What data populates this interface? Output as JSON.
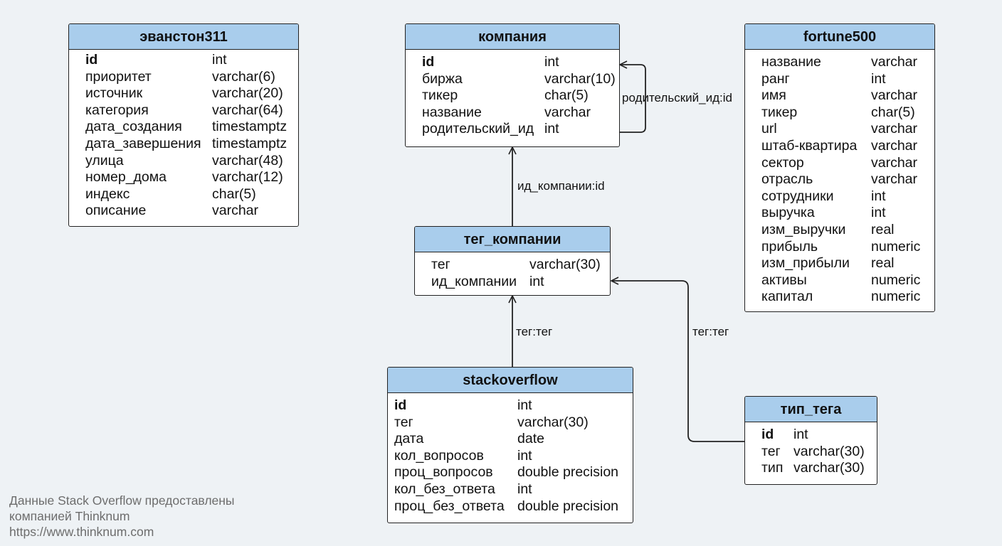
{
  "tables": [
    {
      "id": "evanston311",
      "title": "эванстон311",
      "fields": [
        {
          "name": "id",
          "type": "int",
          "pk": true
        },
        {
          "name": "приоритет",
          "type": "varchar(6)"
        },
        {
          "name": "источник",
          "type": "varchar(20)"
        },
        {
          "name": "категория",
          "type": "varchar(64)"
        },
        {
          "name": "дата_создания",
          "type": "timestamptz"
        },
        {
          "name": "дата_завершения",
          "type": "timestamptz"
        },
        {
          "name": "улица",
          "type": "varchar(48)"
        },
        {
          "name": "номер_дома",
          "type": "varchar(12)"
        },
        {
          "name": "индекс",
          "type": "char(5)"
        },
        {
          "name": "описание",
          "type": "varchar"
        }
      ]
    },
    {
      "id": "company",
      "title": "компания",
      "fields": [
        {
          "name": "id",
          "type": "int",
          "pk": true
        },
        {
          "name": "биржа",
          "type": "varchar(10)"
        },
        {
          "name": "тикер",
          "type": "char(5)"
        },
        {
          "name": "название",
          "type": "varchar"
        },
        {
          "name": "родительский_ид",
          "type": "int"
        }
      ]
    },
    {
      "id": "fortune500",
      "title": "fortune500",
      "fields": [
        {
          "name": "название",
          "type": "varchar"
        },
        {
          "name": "ранг",
          "type": "int"
        },
        {
          "name": "имя",
          "type": "varchar"
        },
        {
          "name": "тикер",
          "type": "char(5)"
        },
        {
          "name": "url",
          "type": "varchar"
        },
        {
          "name": "штаб-квартира",
          "type": "varchar"
        },
        {
          "name": "сектор",
          "type": "varchar"
        },
        {
          "name": "отрасль",
          "type": "varchar"
        },
        {
          "name": "сотрудники",
          "type": "int"
        },
        {
          "name": "выручка",
          "type": "int"
        },
        {
          "name": "изм_выручки",
          "type": "real"
        },
        {
          "name": "прибыль",
          "type": "numeric"
        },
        {
          "name": "изм_прибыли",
          "type": "real"
        },
        {
          "name": "активы",
          "type": "numeric"
        },
        {
          "name": "капитал",
          "type": "numeric"
        }
      ]
    },
    {
      "id": "tag_company",
      "title": "тег_компании",
      "fields": [
        {
          "name": "тег",
          "type": "varchar(30)"
        },
        {
          "name": "ид_компании",
          "type": "int"
        }
      ]
    },
    {
      "id": "stackoverflow",
      "title": "stackoverflow",
      "fields": [
        {
          "name": "id",
          "type": "int",
          "pk": true
        },
        {
          "name": "тег",
          "type": "varchar(30)"
        },
        {
          "name": "дата",
          "type": "date"
        },
        {
          "name": "кол_вопросов",
          "type": "int"
        },
        {
          "name": "проц_вопросов",
          "type": "double precision"
        },
        {
          "name": "кол_без_ответа",
          "type": "int"
        },
        {
          "name": "проц_без_ответа",
          "type": "double precision"
        }
      ]
    },
    {
      "id": "tag_type",
      "title": "тип_тега",
      "fields": [
        {
          "name": "id",
          "type": "int",
          "pk": true
        },
        {
          "name": "тег",
          "type": "varchar(30)"
        },
        {
          "name": "тип",
          "type": "varchar(30)"
        }
      ]
    }
  ],
  "relations": {
    "company_parent": "родительский_ид:id",
    "tag_company_to_company": "ид_компании:id",
    "stackoverflow_to_tag_company": "тег:тег",
    "tag_type_to_tag_company": "тег:тег"
  },
  "footnote": {
    "line1": "Данные Stack Overflow предоставлены",
    "line2": "компанией Thinknum",
    "line3": "https://www.thinknum.com"
  },
  "colors": {
    "header_fill": "#a9cdec",
    "background": "#eef2f5",
    "border": "#222222",
    "footnote_text": "#6d6d6d"
  }
}
